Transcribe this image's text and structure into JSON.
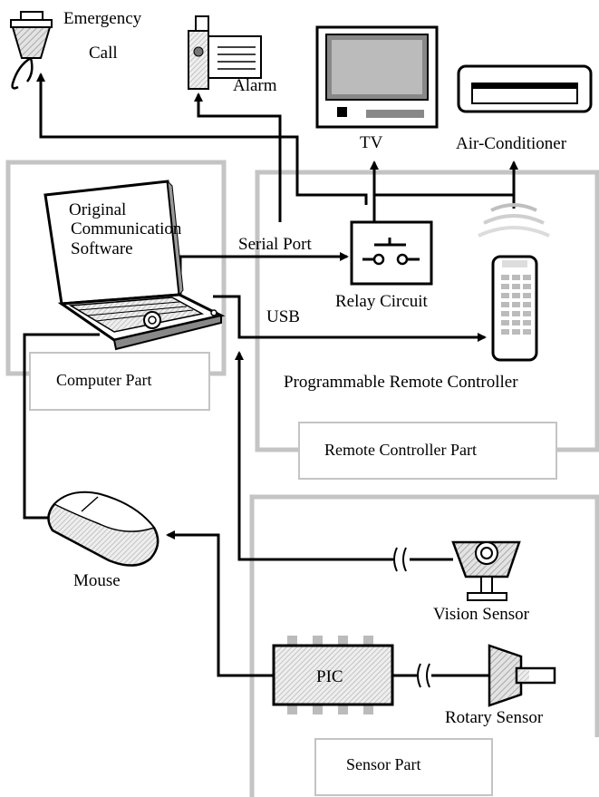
{
  "groups": {
    "computer": "Computer Part",
    "remote": "Remote Controller Part",
    "sensor": "Sensor Part"
  },
  "devices": {
    "emergency_call_line1": "Emergency",
    "emergency_call_line2": "Call",
    "alarm": "Alarm",
    "tv": "TV",
    "air_conditioner": "Air-Conditioner",
    "relay_circuit": "Relay Circuit",
    "remote_controller": "Programmable Remote Controller",
    "mouse": "Mouse",
    "vision_sensor": "Vision Sensor",
    "pic": "PIC",
    "rotary_sensor": "Rotary Sensor"
  },
  "software": {
    "line1": "Original",
    "line2": "Communication",
    "line3": "Software"
  },
  "ports": {
    "serial": "Serial Port",
    "usb": "USB"
  },
  "colors": {
    "group_frame": "#c4c4c4",
    "line": "#000000",
    "hatch": "#9a9a9a"
  }
}
